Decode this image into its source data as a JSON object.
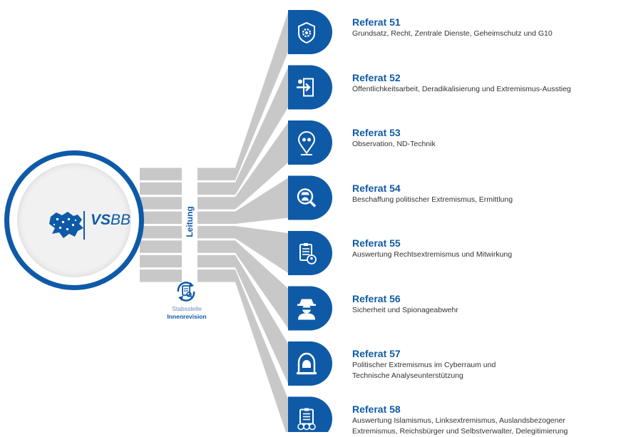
{
  "colors": {
    "brand_blue": "#0e5aa7",
    "connector_gray": "#c8c8c8",
    "text_dark": "#333333"
  },
  "logo": {
    "text_bold": "VS",
    "text_light": "BB",
    "emblem_icon": "brandenburg-map-icon"
  },
  "leitung": {
    "label": "Leitung"
  },
  "stabsstelle": {
    "icon": "audit-document-cycle-icon",
    "line1": "Stabsstelle",
    "line2": "Innenrevision"
  },
  "referate": [
    {
      "title": "Referat 51",
      "icon": "shield-gear-icon",
      "description": [
        "Grundsatz, Recht, Zentrale Dienste, Geheimschutz und G10"
      ]
    },
    {
      "title": "Referat 52",
      "icon": "exit-door-arrow-icon",
      "description": [
        "Öffentlichkeitsarbeit, Deradikalisierung und Extremismus-Ausstieg"
      ]
    },
    {
      "title": "Referat 53",
      "icon": "location-pin-spy-icon",
      "description": [
        "Observation, ND-Technik"
      ]
    },
    {
      "title": "Referat 54",
      "icon": "magnifier-agent-icon",
      "description": [
        "Beschaffung politischer Extremismus, Ermittlung"
      ]
    },
    {
      "title": "Referat 55",
      "icon": "clipboard-person-icon",
      "description": [
        "Auswertung Rechtsextremismus und Mitwirkung"
      ]
    },
    {
      "title": "Referat 56",
      "icon": "spy-agent-icon",
      "description": [
        "Sicherheit und Spionageabwehr"
      ]
    },
    {
      "title": "Referat 57",
      "icon": "hooded-hacker-icon",
      "description": [
        "Politischer Extremismus im Cyberraum und",
        "Technische Analyseunterstützung"
      ]
    },
    {
      "title": "Referat 58",
      "icon": "clipboard-group-icon",
      "description": [
        "Auswertung Islamismus, Linksextremismus, Auslandsbezogener",
        "Extremismus, Reichsbürger und Selbstverwalter, Delegitimierung"
      ]
    }
  ]
}
